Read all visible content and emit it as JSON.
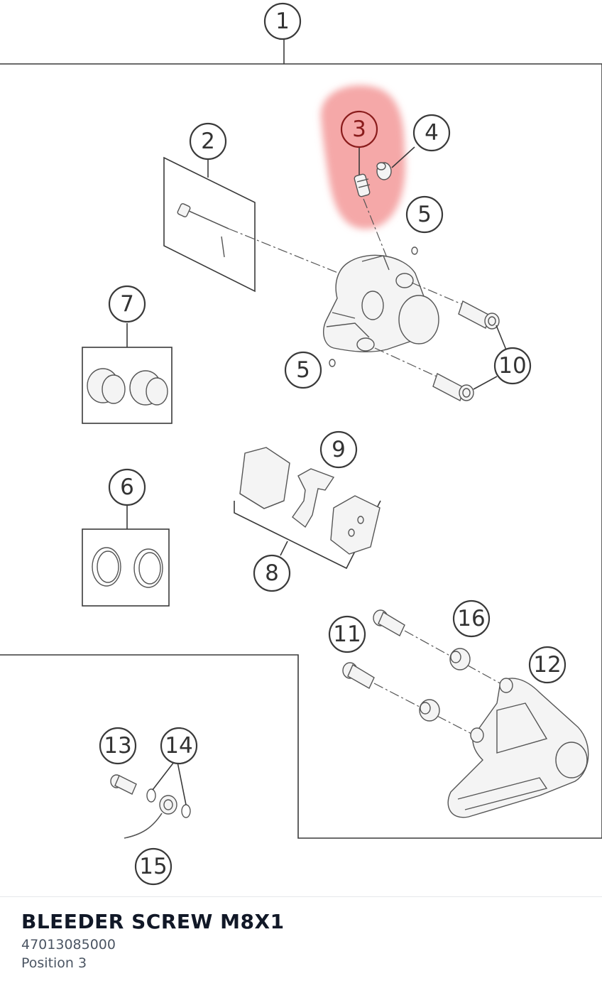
{
  "diagram": {
    "highlight_color": "#f28b8b",
    "callouts": [
      {
        "label": "1"
      },
      {
        "label": "2"
      },
      {
        "label": "3"
      },
      {
        "label": "4"
      },
      {
        "label": "5"
      },
      {
        "label": "5"
      },
      {
        "label": "7"
      },
      {
        "label": "10"
      },
      {
        "label": "9"
      },
      {
        "label": "6"
      },
      {
        "label": "8"
      },
      {
        "label": "16"
      },
      {
        "label": "11"
      },
      {
        "label": "12"
      },
      {
        "label": "13"
      },
      {
        "label": "14"
      },
      {
        "label": "15"
      }
    ]
  },
  "selected_part": {
    "name": "BLEEDER SCREW M8X1",
    "number": "47013085000",
    "position": "Position 3"
  }
}
